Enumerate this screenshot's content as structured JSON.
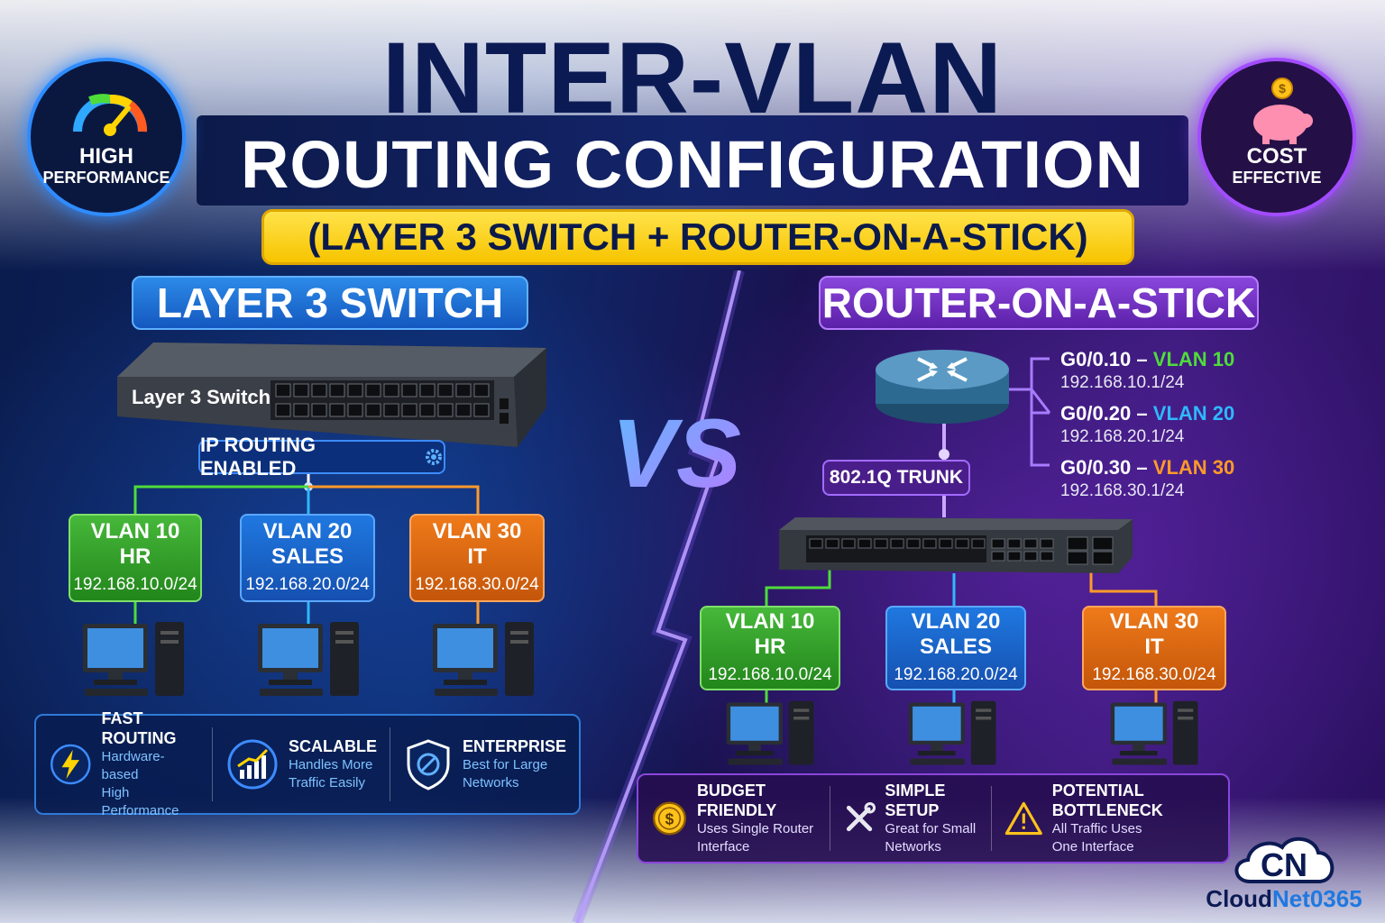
{
  "title": {
    "line1": "INTER-VLAN",
    "line2": "ROUTING CONFIGURATION",
    "subtitle": "(LAYER 3 SWITCH + ROUTER-ON-A-STICK)"
  },
  "badges": {
    "left": {
      "line1": "HIGH",
      "line2": "PERFORMANCE",
      "icon": "speedometer-icon"
    },
    "right": {
      "line1": "COST",
      "line2": "EFFECTIVE",
      "icon": "piggy-bank-icon"
    }
  },
  "vs": "VS",
  "left": {
    "header": "LAYER 3 SWITCH",
    "device_label": "Layer 3 Switch",
    "routing_pill": "IP ROUTING ENABLED",
    "vlans": [
      {
        "name": "VLAN 10",
        "dept": "HR",
        "subnet": "192.168.10.0/24",
        "color": "#2e9e25"
      },
      {
        "name": "VLAN 20",
        "dept": "SALES",
        "subnet": "192.168.20.0/24",
        "color": "#1a66cc"
      },
      {
        "name": "VLAN 30",
        "dept": "IT",
        "subnet": "192.168.30.0/24",
        "color": "#dd6a12"
      }
    ],
    "features": [
      {
        "title": "FAST ROUTING",
        "line1": "Hardware-based",
        "line2": "High Performance",
        "icon": "lightning-icon"
      },
      {
        "title": "SCALABLE",
        "line1": "Handles More",
        "line2": "Traffic Easily",
        "icon": "growth-chart-icon"
      },
      {
        "title": "ENTERPRISE",
        "line1": "Best for Large",
        "line2": "Networks",
        "icon": "shield-icon"
      }
    ]
  },
  "right": {
    "header": "ROUTER-ON-A-STICK",
    "trunk_pill": "802.1Q TRUNK",
    "subinterfaces": [
      {
        "iface": "G0/0.10 –",
        "vlan": "VLAN 10",
        "ip": "192.168.10.1/24",
        "color": "#4fdc3a"
      },
      {
        "iface": "G0/0.20 –",
        "vlan": "VLAN 20",
        "ip": "192.168.20.1/24",
        "color": "#2fb8ff"
      },
      {
        "iface": "G0/0.30 –",
        "vlan": "VLAN 30",
        "ip": "192.168.30.1/24",
        "color": "#ff9a2a"
      }
    ],
    "vlans": [
      {
        "name": "VLAN 10",
        "dept": "HR",
        "subnet": "192.168.10.0/24"
      },
      {
        "name": "VLAN 20",
        "dept": "SALES",
        "subnet": "192.168.20.0/24"
      },
      {
        "name": "VLAN 30",
        "dept": "IT",
        "subnet": "192.168.30.0/24"
      }
    ],
    "features": [
      {
        "title": "BUDGET FRIENDLY",
        "line1": "Uses Single Router",
        "line2": "Interface",
        "icon": "dollar-coin-icon"
      },
      {
        "title": "SIMPLE SETUP",
        "line1": "Great for Small",
        "line2": "Networks",
        "icon": "tools-icon"
      },
      {
        "title": "POTENTIAL BOTTLENECK",
        "line1": "All Traffic Uses",
        "line2": "One Interface",
        "icon": "warning-icon"
      }
    ]
  },
  "logo": {
    "mark": "CN",
    "name_a": "Cloud",
    "name_b": "Net0365"
  }
}
